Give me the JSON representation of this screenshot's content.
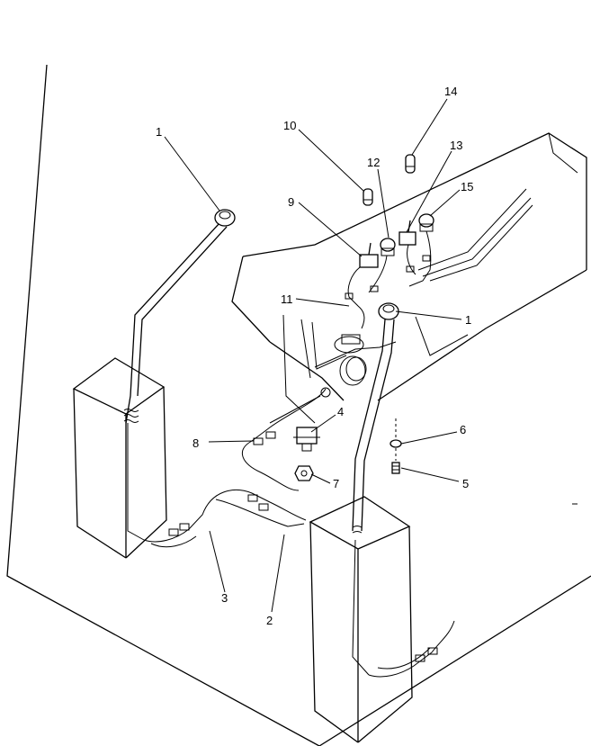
{
  "callouts": {
    "c1a": "1",
    "c1b": "1",
    "c2": "2",
    "c3": "3",
    "c4": "4",
    "c5": "5",
    "c6": "6",
    "c7": "7",
    "c8": "8",
    "c9": "9",
    "c10": "10",
    "c11": "11",
    "c12": "12",
    "c13": "13",
    "c14": "14",
    "c15": "15"
  }
}
